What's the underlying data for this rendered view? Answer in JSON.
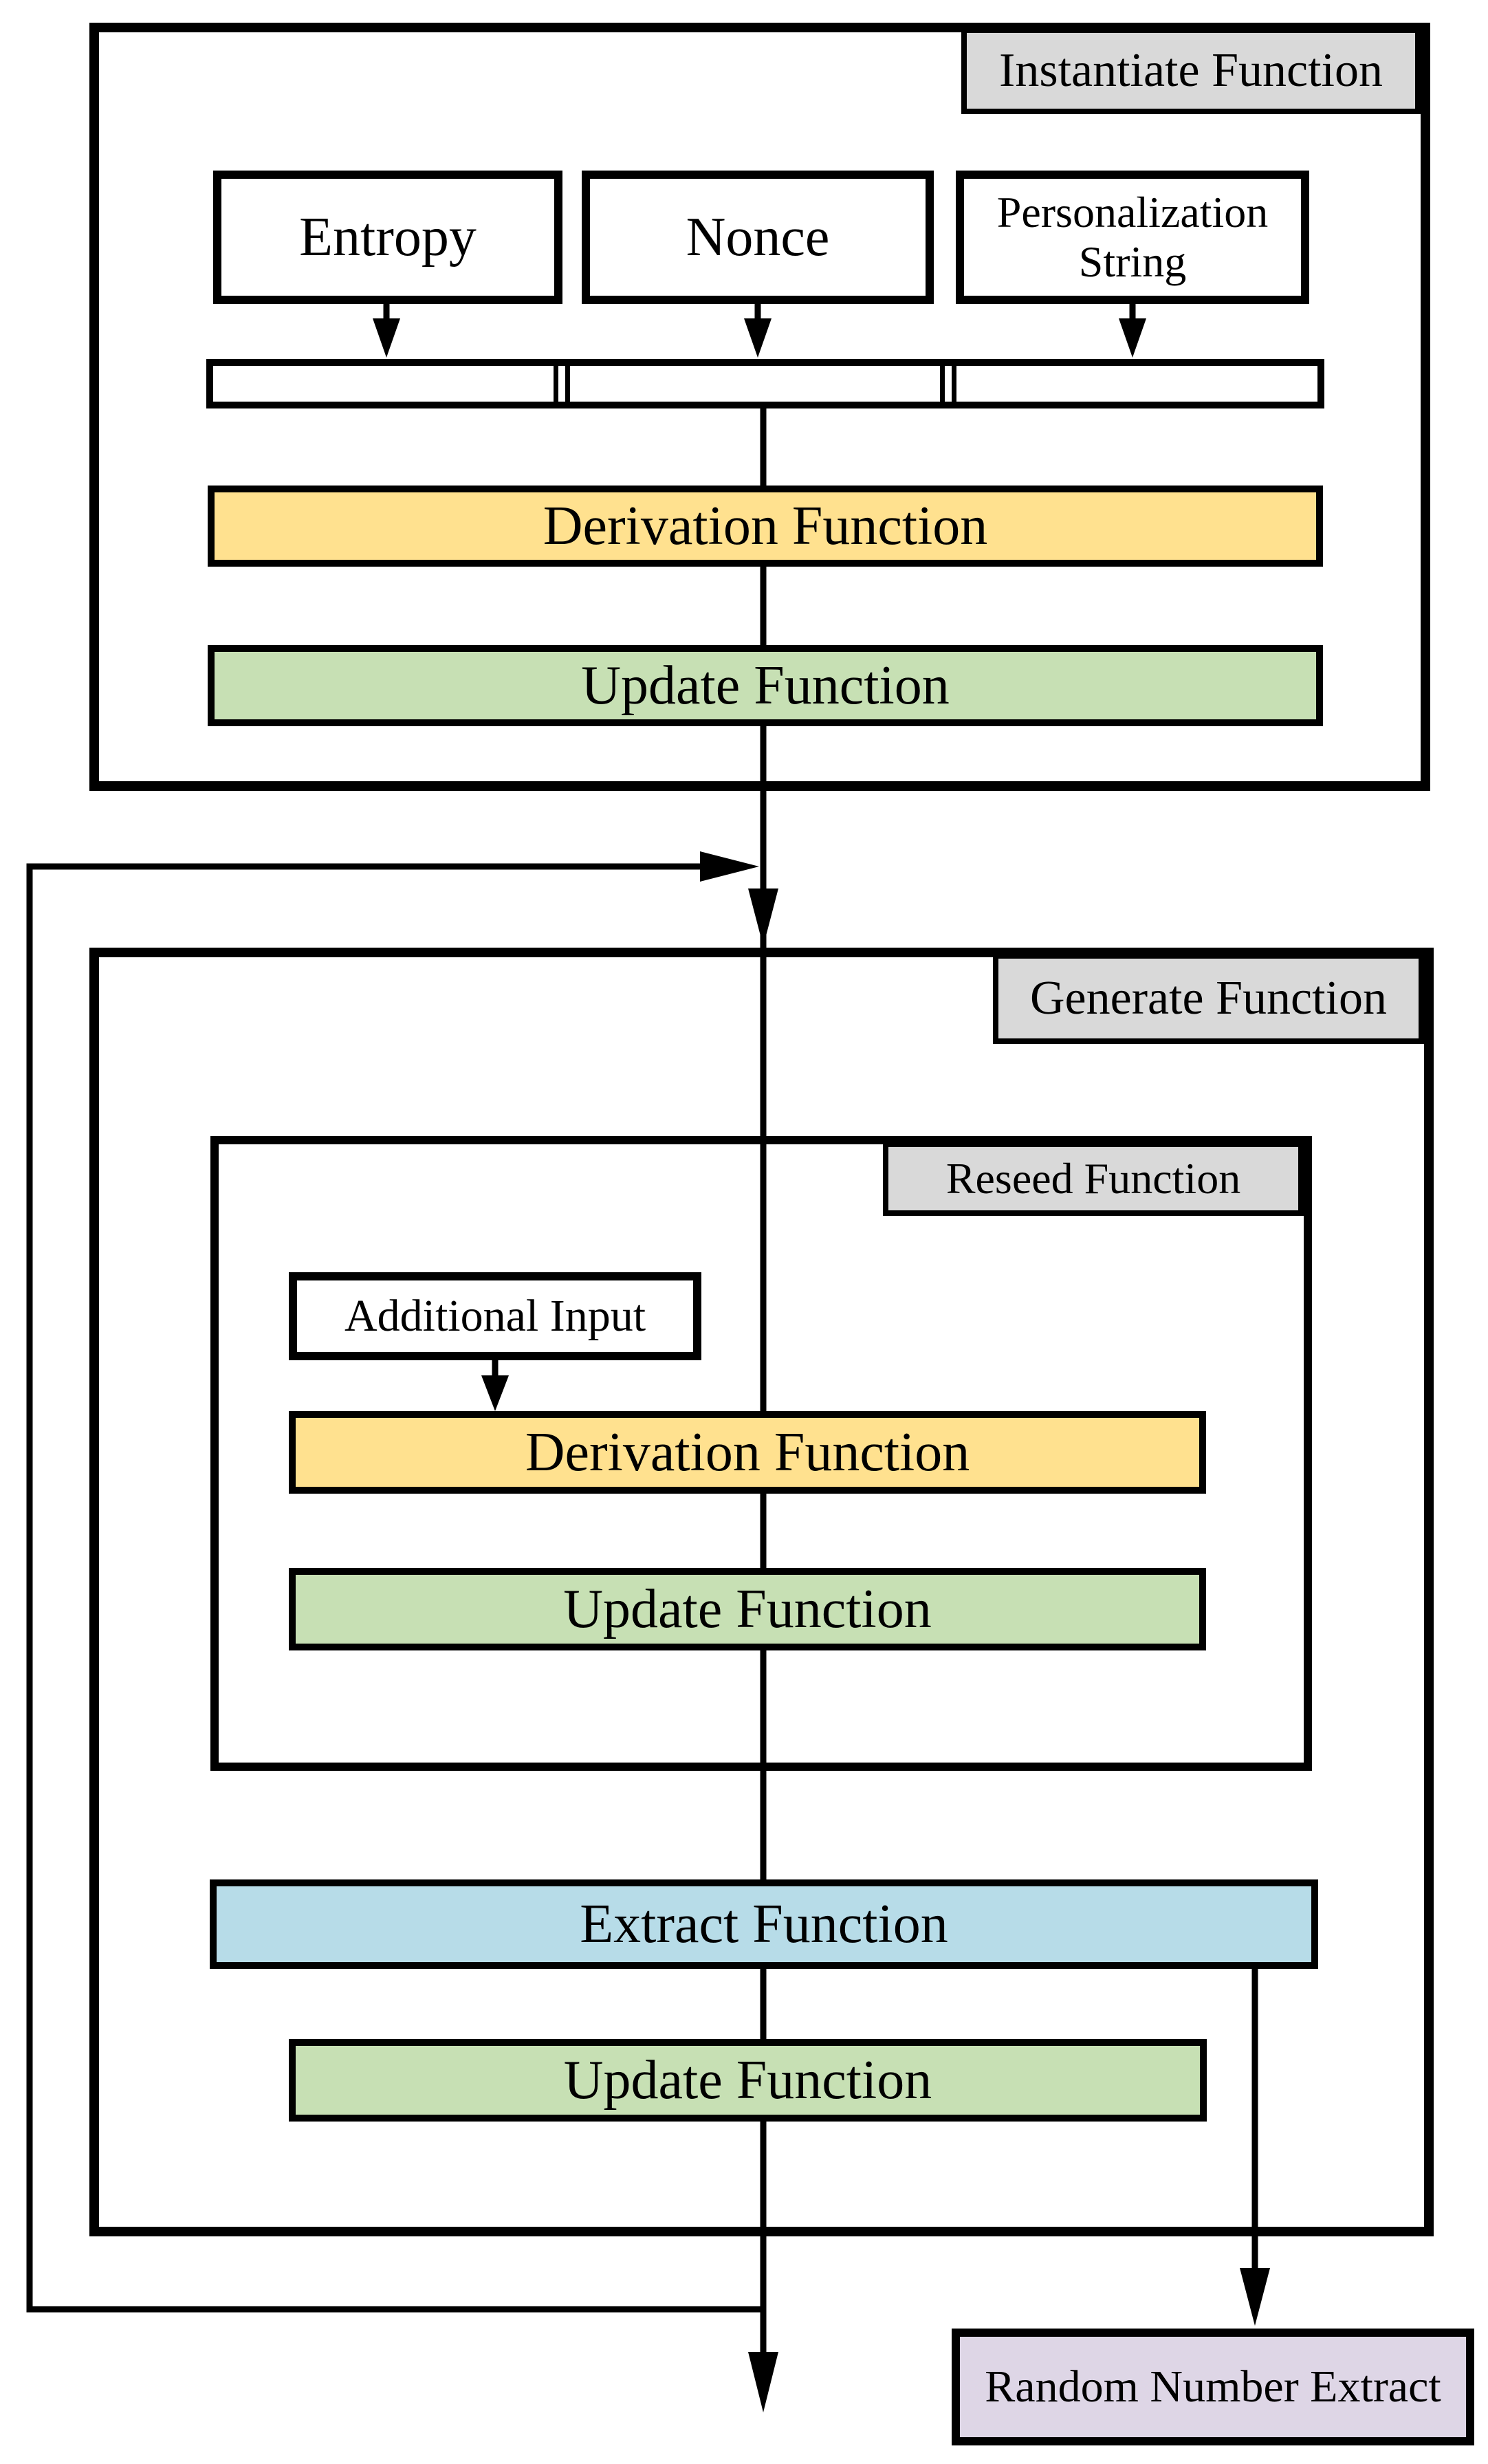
{
  "colors": {
    "label-gray": "#D9D9D9",
    "function-yellow": "#FFE18F",
    "function-green": "#C7E0B4",
    "function-blue": "#B7DCE8",
    "output-lavender": "#DED6E6",
    "stroke": "#000000",
    "background": "#FFFFFF"
  },
  "instantiate": {
    "title": "Instantiate Function",
    "inputs": {
      "entropy": "Entropy",
      "nonce": "Nonce",
      "personalization": "Personalization String"
    },
    "derivation": "Derivation Function",
    "update": "Update Function"
  },
  "generate": {
    "title": "Generate Function",
    "reseed": {
      "title": "Reseed Function",
      "additional_input": "Additional Input",
      "derivation": "Derivation Function",
      "update": "Update Function"
    },
    "extract": "Extract Function",
    "update": "Update Function"
  },
  "output": {
    "random_number_extract": "Random Number Extract"
  }
}
